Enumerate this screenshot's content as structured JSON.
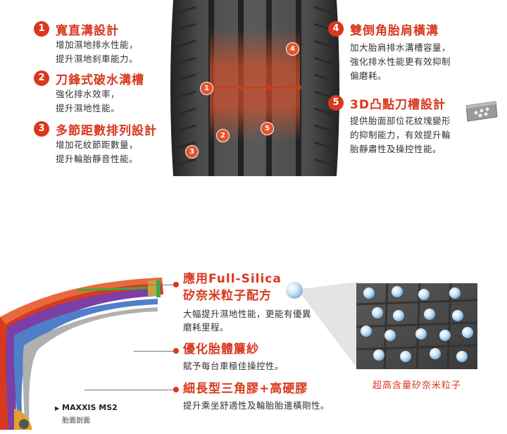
{
  "features": [
    {
      "num": "1",
      "title": "寬直溝設計",
      "desc": "增加濕地排水性能，\n提升濕地刹車能力。"
    },
    {
      "num": "2",
      "title": "刀鋒式破水溝槽",
      "desc": "強化排水效率，\n提升濕地性能。"
    },
    {
      "num": "3",
      "title": "多節距數排列設計",
      "desc": "增加花紋節距數量，\n提升輪胎靜音性能。"
    },
    {
      "num": "4",
      "title": "雙倒角胎肩橫溝",
      "desc": "加大胎肩排水溝槽容量，\n強化排水性能更有效抑制\n偏磨耗。"
    },
    {
      "num": "5",
      "title": "3D凸點刀槽設計",
      "desc": "提供胎面部位花紋塊變形\n的抑制能力，有效提升輪\n胎靜肅性及操控性能。"
    }
  ],
  "section2": [
    {
      "title": "應用Full-Silica\n矽奈米粒子配方",
      "desc": "大幅提升濕地性能，更能有優異\n磨耗里程。"
    },
    {
      "title": "優化胎體簾紗",
      "desc": "賦予每台車極佳操控性。"
    },
    {
      "title": "細長型三角膠+高硬膠",
      "desc": "提升乘坐舒適性及輪胎胎邊橫剛性。"
    }
  ],
  "cross_section": {
    "model": "MAXXIS MS2",
    "caption": "胎面剖面"
  },
  "nano_caption": "超高含量矽奈米粒子",
  "colors": {
    "accent": "#d9381e",
    "tire": "#3a3a3a"
  }
}
